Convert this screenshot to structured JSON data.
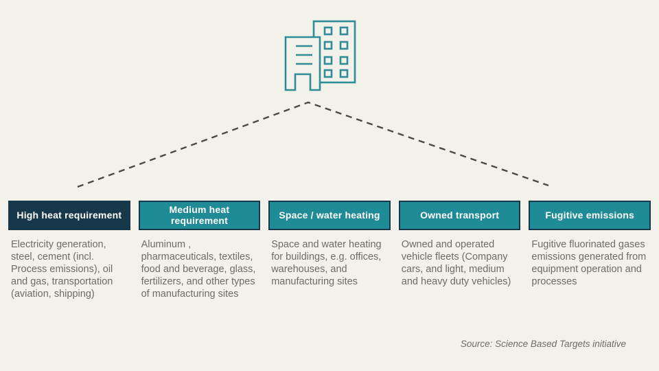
{
  "page": {
    "background": "#f2f1ea",
    "source_note": "Source: Science Based Targets initiative"
  },
  "icon": {
    "name": "office-buildings",
    "color": "#2e8d96"
  },
  "connector": {
    "style": "dashed",
    "color": "#4a4a48"
  },
  "colors": {
    "dark_header_bg": "#16384a",
    "teal_header_bg": "#1e8b96",
    "header_border": "#16384a",
    "header_text": "#ffffff",
    "body_text": "#6f6b66"
  },
  "categories": [
    {
      "header": "High heat requirement",
      "header_bg": "#16384a",
      "body": "Electricity generation, steel, cement (incl. Process emissions), oil and gas, transportation (aviation, shipping)"
    },
    {
      "header": "Medium heat requirement",
      "header_bg": "#1e8b96",
      "body": "Aluminum , pharmaceuticals, textiles, food and beverage, glass, fertilizers, and other types of manufacturing sites"
    },
    {
      "header": "Space / water heating",
      "header_bg": "#1e8b96",
      "body": "Space and water heating for buildings, e.g. offices, warehouses, and manufacturing sites"
    },
    {
      "header": "Owned transport",
      "header_bg": "#1e8b96",
      "body": "Owned and operated vehicle fleets (Company cars, and light, medium and heavy duty vehicles)"
    },
    {
      "header": "Fugitive emissions",
      "header_bg": "#1e8b96",
      "body": "Fugitive fluorinated gases emissions generated from equipment operation and processes"
    }
  ]
}
